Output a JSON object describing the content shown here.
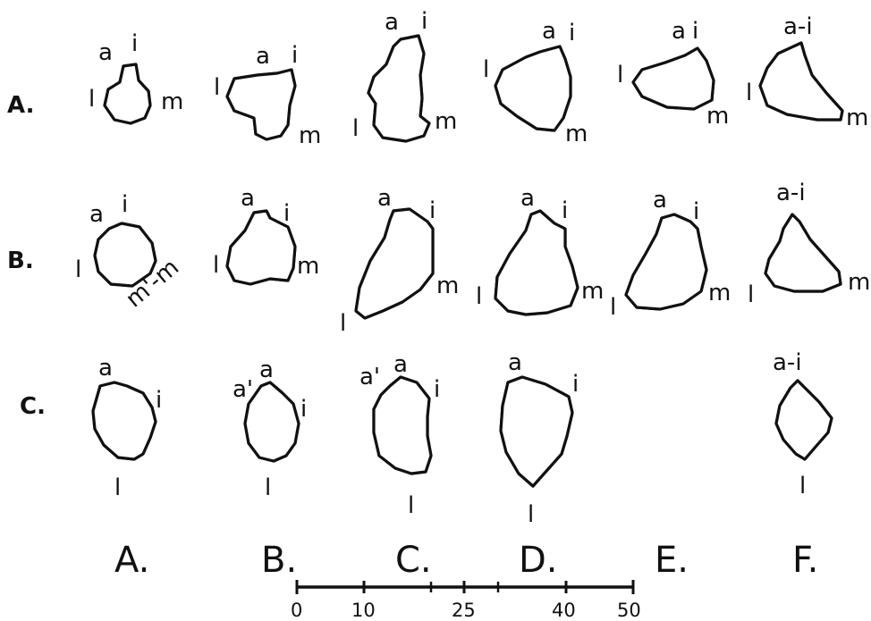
{
  "rows": [
    {
      "id": "row-a",
      "label": "A."
    },
    {
      "id": "row-b",
      "label": "B."
    },
    {
      "id": "row-c",
      "label": "C."
    }
  ],
  "columns": [
    "A.",
    "B.",
    "C.",
    "D.",
    "E.",
    "F."
  ],
  "shapes": [
    {
      "id": "AA",
      "labels": [
        "a",
        "i",
        "l",
        "m"
      ]
    },
    {
      "id": "AB",
      "labels": [
        "a",
        "i",
        "l",
        "m"
      ]
    },
    {
      "id": "AC",
      "labels": [
        "a",
        "i",
        "l",
        "m"
      ]
    },
    {
      "id": "AD",
      "labels": [
        "a",
        "i",
        "l",
        "m"
      ]
    },
    {
      "id": "AE",
      "labels": [
        "a",
        "i",
        "l",
        "m"
      ]
    },
    {
      "id": "AF",
      "labels": [
        "a-i",
        "l",
        "m"
      ]
    },
    {
      "id": "BA",
      "labels": [
        "a",
        "i",
        "l",
        "m'-m"
      ]
    },
    {
      "id": "BB",
      "labels": [
        "a",
        "i",
        "l",
        "m"
      ]
    },
    {
      "id": "BC",
      "labels": [
        "a",
        "i",
        "m",
        "l"
      ]
    },
    {
      "id": "BD",
      "labels": [
        "a",
        "i",
        "l",
        "m"
      ]
    },
    {
      "id": "BE",
      "labels": [
        "a",
        "i",
        "l",
        "m"
      ]
    },
    {
      "id": "BF",
      "labels": [
        "a-i",
        "l",
        "m"
      ]
    },
    {
      "id": "CA",
      "labels": [
        "a",
        "i",
        "l"
      ]
    },
    {
      "id": "CB",
      "labels": [
        "a'",
        "a",
        "i",
        "l"
      ]
    },
    {
      "id": "CC",
      "labels": [
        "a'",
        "a",
        "i",
        "l"
      ]
    },
    {
      "id": "CD",
      "labels": [
        "a",
        "i",
        "l"
      ]
    },
    {
      "id": "CF",
      "labels": [
        "a-i",
        "l"
      ]
    }
  ],
  "scale": {
    "ticks": [
      "0",
      "10",
      "25",
      "40",
      "50"
    ]
  }
}
